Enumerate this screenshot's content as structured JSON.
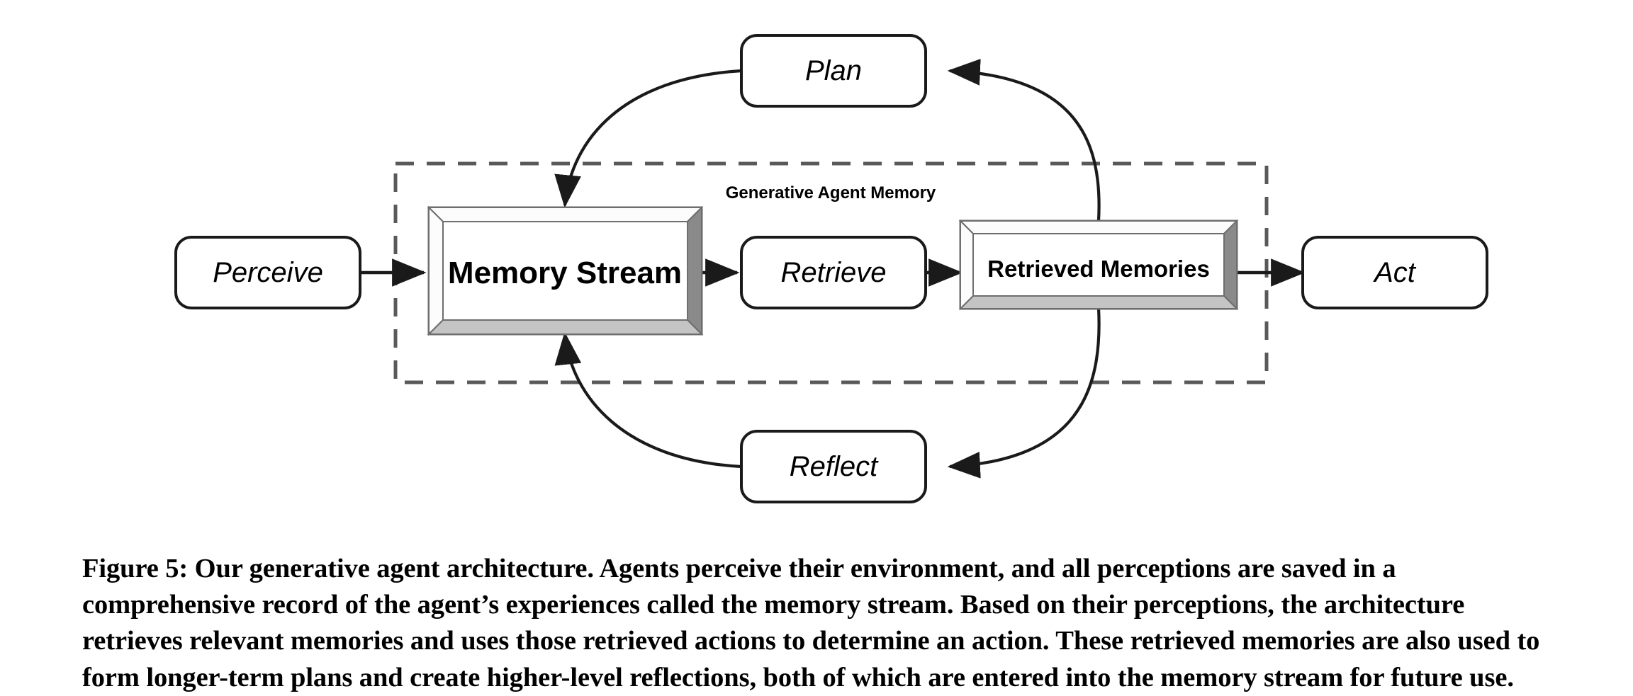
{
  "figure": {
    "group_box": {
      "title": "Generative Agent Memory",
      "border_color": "#595959",
      "style": "dashed"
    },
    "nodes": [
      {
        "id": "perceive",
        "label": "Perceive",
        "shape": "rounded-rect",
        "style": "italic"
      },
      {
        "id": "memory-stream",
        "label": "Memory Stream",
        "shape": "beveled-rect",
        "style": "bold"
      },
      {
        "id": "retrieve",
        "label": "Retrieve",
        "shape": "rounded-rect",
        "style": "italic"
      },
      {
        "id": "retrieved-memories",
        "label": "Retrieved Memories",
        "shape": "beveled-rect",
        "style": "bold"
      },
      {
        "id": "act",
        "label": "Act",
        "shape": "rounded-rect",
        "style": "italic"
      },
      {
        "id": "plan",
        "label": "Plan",
        "shape": "rounded-rect",
        "style": "italic"
      },
      {
        "id": "reflect",
        "label": "Reflect",
        "shape": "rounded-rect",
        "style": "italic"
      }
    ],
    "edges": [
      {
        "from": "perceive",
        "to": "memory-stream",
        "kind": "straight",
        "arrow": true
      },
      {
        "from": "memory-stream",
        "to": "retrieve",
        "kind": "straight",
        "arrow": true
      },
      {
        "from": "retrieve",
        "to": "retrieved-memories",
        "kind": "straight",
        "arrow": true
      },
      {
        "from": "retrieved-memories",
        "to": "act",
        "kind": "straight",
        "arrow": true
      },
      {
        "from": "retrieved-memories",
        "to": "plan",
        "kind": "curved",
        "arrow": true
      },
      {
        "from": "plan",
        "to": "memory-stream",
        "kind": "curved",
        "arrow": true
      },
      {
        "from": "retrieved-memories",
        "to": "reflect",
        "kind": "curved",
        "arrow": true
      },
      {
        "from": "reflect",
        "to": "memory-stream",
        "kind": "curved",
        "arrow": true
      }
    ],
    "colors": {
      "stroke": "#1a1a1a",
      "dashed_border": "#595959",
      "bevel_light": "#f2f2f2",
      "bevel_mid": "#c8c8c8",
      "bevel_dark": "#808080",
      "background": "#ffffff"
    }
  },
  "caption": {
    "text": "Figure 5: Our generative agent architecture. Agents perceive their environment, and all perceptions are saved in a comprehensive record of the agent’s experiences called the memory stream. Based on their perceptions, the architecture retrieves relevant memories and uses those retrieved actions to determine an action. These retrieved memories are also used to form longer-term plans and create higher-level reflections, both of which are entered into the memory stream for future use."
  }
}
